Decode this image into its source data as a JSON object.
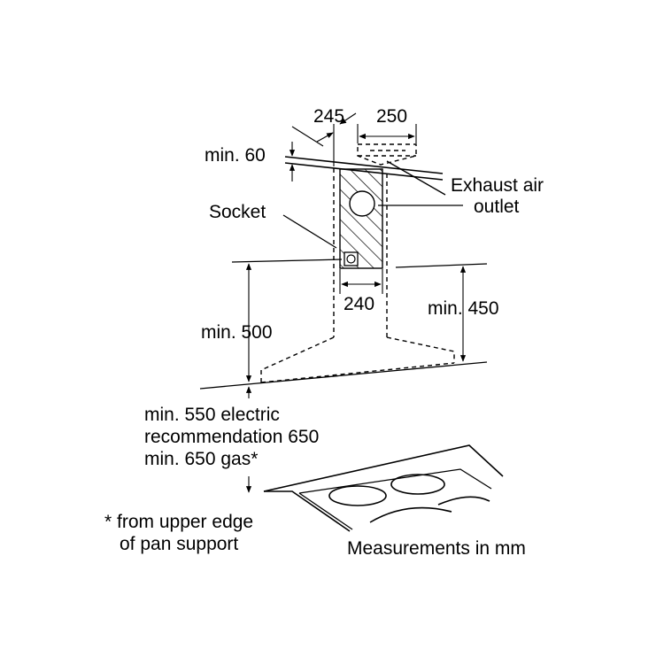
{
  "dimensions": {
    "d245": "245",
    "d250": "250",
    "min60": "min. 60",
    "d240": "240",
    "min450": "min. 450",
    "min500": "min. 500"
  },
  "labels": {
    "socket": "Socket",
    "exhaust_line1": "Exhaust air",
    "exhaust_line2": "outlet"
  },
  "notes": {
    "hob_distance_line1": "min. 550 electric",
    "hob_distance_line2": "recommendation 650",
    "hob_distance_line3": "min. 650 gas*",
    "footnote_line1": "* from upper edge",
    "footnote_line2": "of pan support",
    "units": "Measurements in mm"
  }
}
